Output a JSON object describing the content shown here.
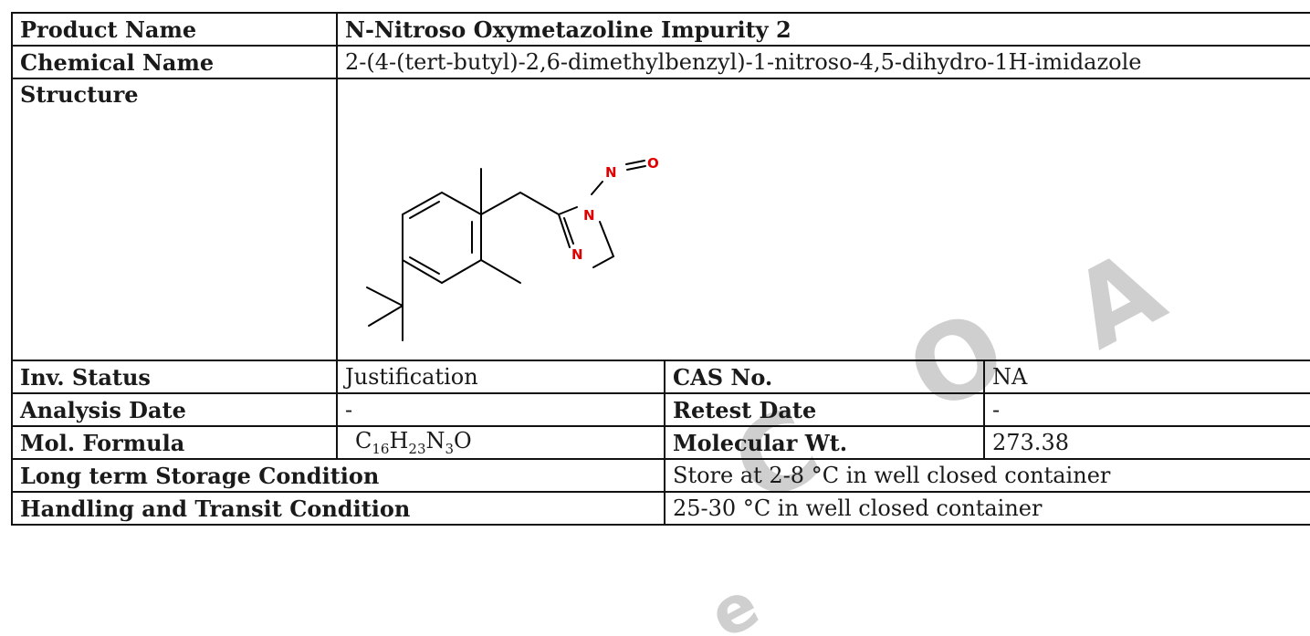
{
  "watermark": {
    "text": "C O A",
    "color": "#d0d0d0"
  },
  "product": {
    "label": "Product Name",
    "value": "N-Nitroso Oxymetazoline Impurity 2"
  },
  "chemical": {
    "label": "Chemical Name",
    "value": "2-(4-(tert-butyl)-2,6-dimethylbenzyl)-1-nitroso-4,5-dihydro-1H-imidazole"
  },
  "structure": {
    "label": "Structure",
    "atoms": {
      "n_nitroso": "N",
      "o": "O",
      "n_ring1": "N",
      "n_ring2": "N"
    },
    "atom_color": "#e00000"
  },
  "inv_status": {
    "label": "Inv. Status",
    "value": "Justification"
  },
  "cas": {
    "label": "CAS No.",
    "value": "NA"
  },
  "analysis_date": {
    "label": "Analysis Date",
    "value": "-"
  },
  "retest_date": {
    "label": "Retest Date",
    "value": "-"
  },
  "mol_formula": {
    "label": "Mol. Formula",
    "parts": [
      {
        "el": "C",
        "n": "16"
      },
      {
        "el": "H",
        "n": "23"
      },
      {
        "el": "N",
        "n": "3"
      },
      {
        "el": "O",
        "n": ""
      }
    ]
  },
  "mol_wt": {
    "label": "Molecular Wt.",
    "value": "273.38"
  },
  "storage": {
    "label": "Long term Storage Condition",
    "value": "Store at 2-8 °C in well closed container"
  },
  "handling": {
    "label": "Handling and Transit Condition",
    "value": "25-30 °C in well closed container"
  }
}
